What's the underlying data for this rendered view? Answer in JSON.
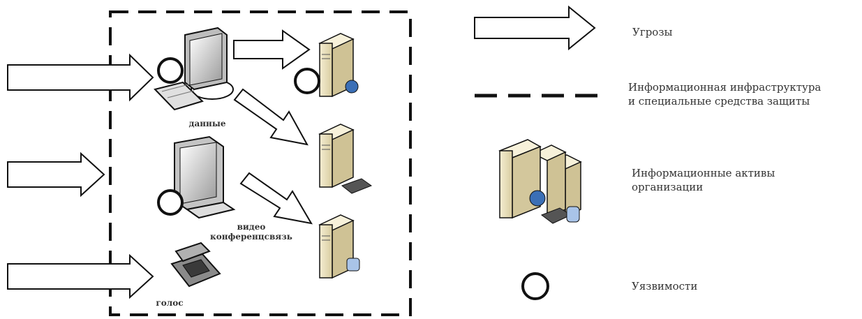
{
  "labels": {
    "data": "данные",
    "video": [
      "видео",
      "конференцсвязь"
    ],
    "voice": "голос"
  },
  "legend": {
    "threats": "Угрозы",
    "infrastructure": [
      "Информационная инфраструктура",
      "и специальные средства защиты"
    ],
    "assets": [
      "Информационные активы",
      "организации"
    ],
    "vulnerabilities": "Уязвимости"
  },
  "colors": {
    "line": "#111111",
    "beige": "#efe7c8",
    "beige_dark": "#d8cda2",
    "screen": "#c9c9c9",
    "globe": "#3b6fb6"
  }
}
